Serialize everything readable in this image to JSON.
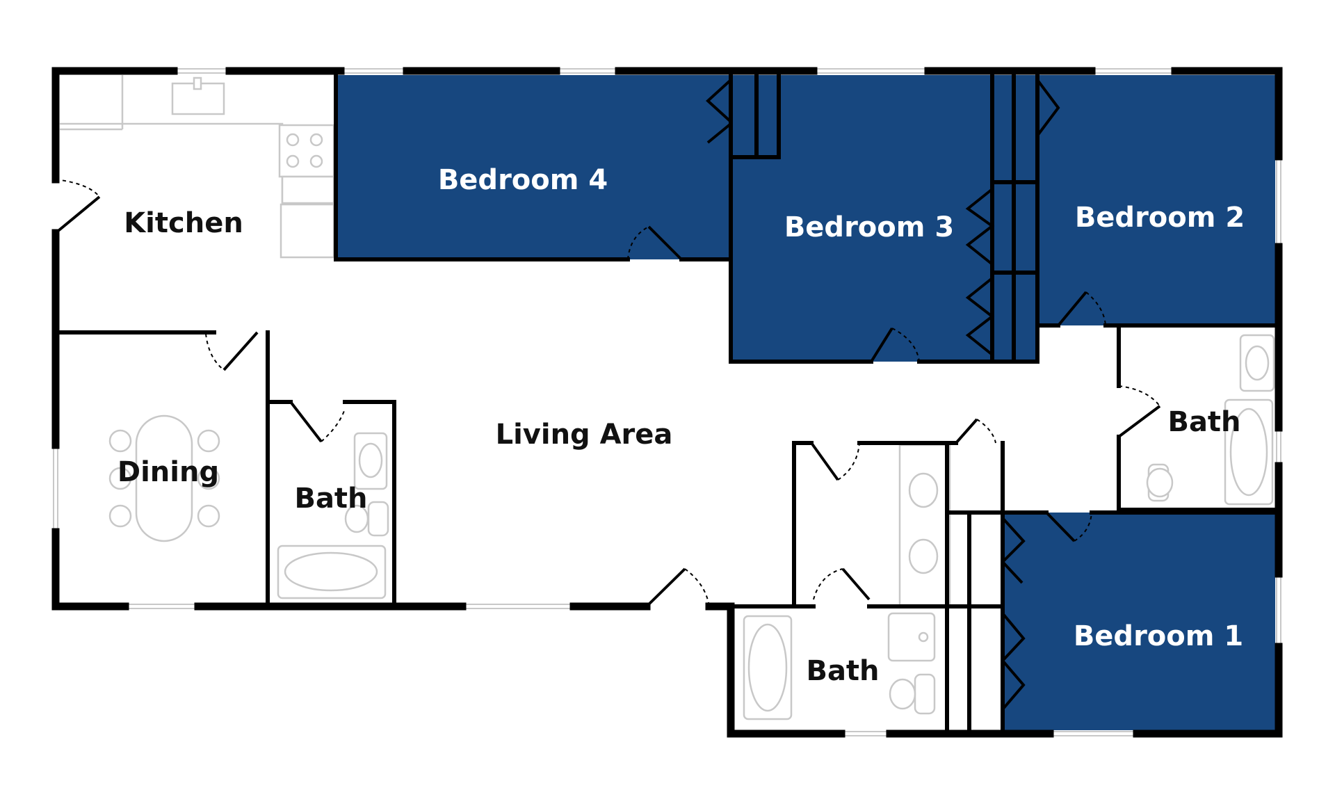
{
  "colors": {
    "bedroom_fill": "#17477f",
    "wall": "#000000",
    "fixture": "#c8c8c8",
    "background": "#ffffff",
    "dark_label": "#111111",
    "light_label": "#ffffff"
  },
  "rooms": {
    "kitchen": "Kitchen",
    "bedroom4": "Bedroom 4",
    "bedroom3": "Bedroom 3",
    "bedroom2": "Bedroom 2",
    "bedroom1": "Bedroom 1",
    "living": "Living Area",
    "dining": "Dining",
    "bath_left": "Bath",
    "bath_right": "Bath",
    "bath_bottom": "Bath"
  }
}
